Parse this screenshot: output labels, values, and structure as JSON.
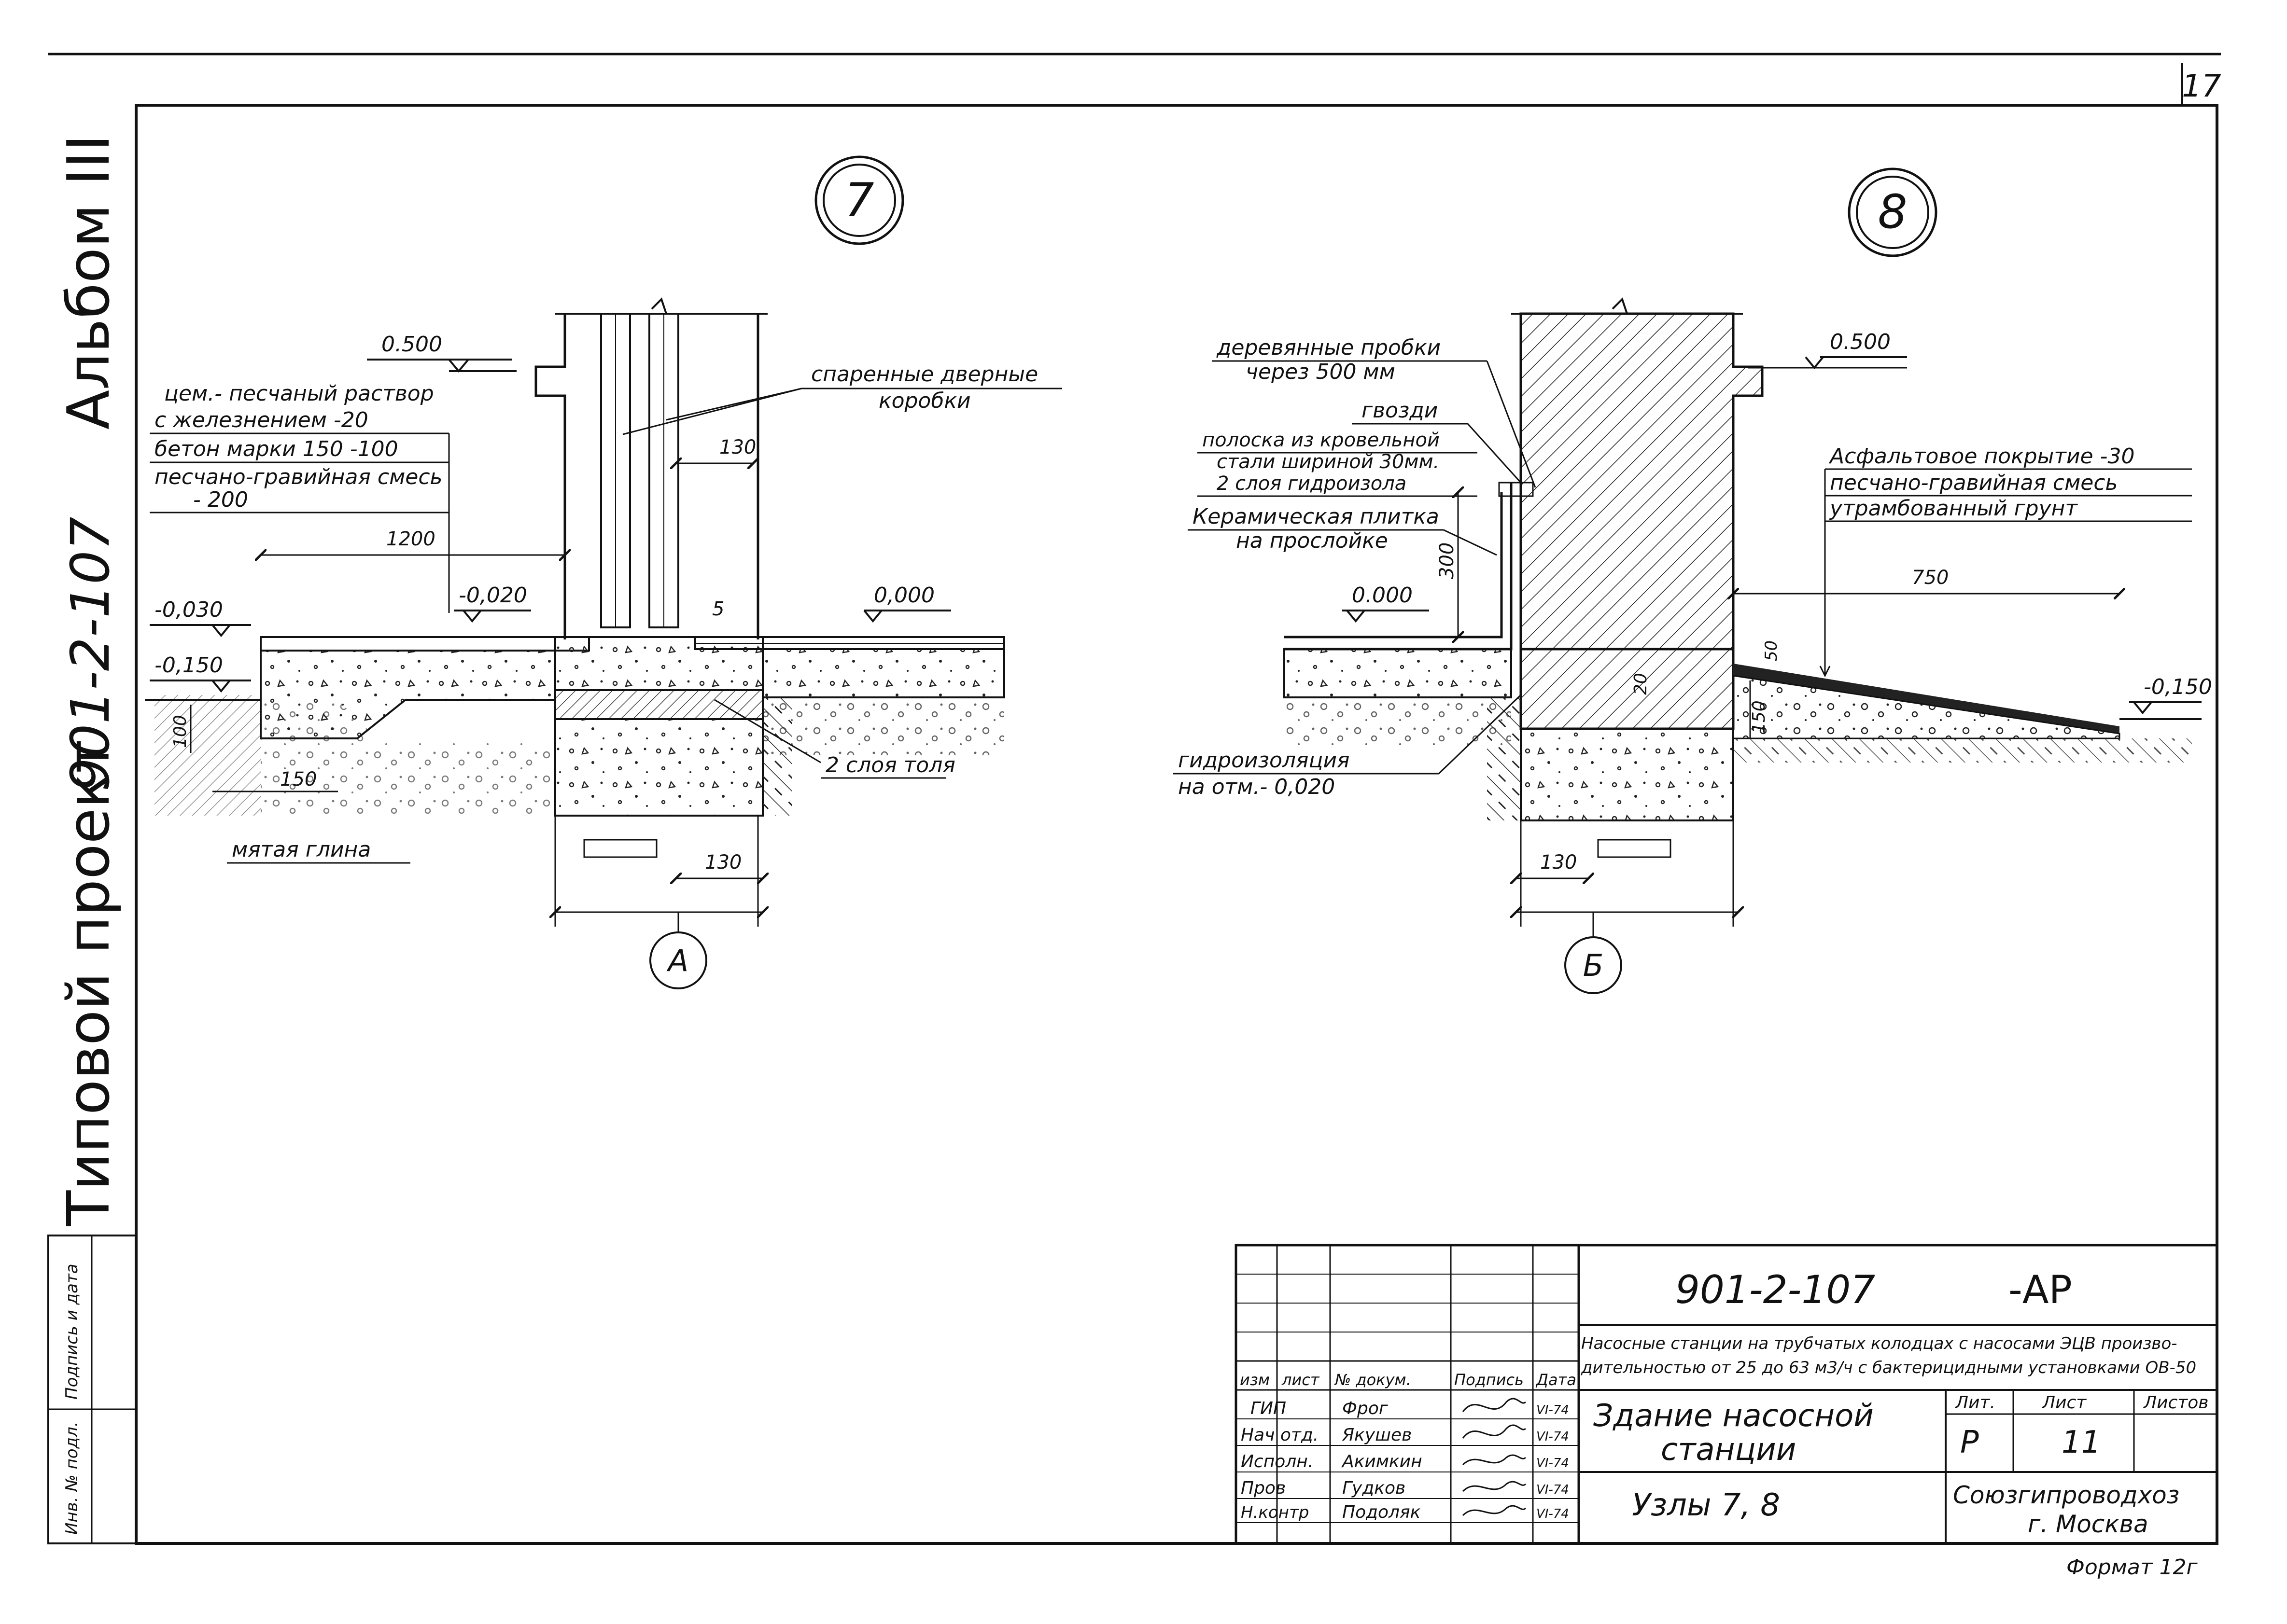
{
  "sheet": {
    "sheet_number": "17",
    "side_title": "Типовой проект",
    "side_code": "901-2-107",
    "side_album": "Альбом III",
    "format": "Формат 12г",
    "binding_labels": [
      "Инв. № подл.",
      "Подпись и дата"
    ]
  },
  "details": [
    {
      "number": "7",
      "axis": "А",
      "levels": [
        "0.500",
        "-0,030",
        "-0,150",
        "-0,020",
        "0,000"
      ],
      "dims": [
        "1200",
        "130",
        "150",
        "100",
        "5",
        "130"
      ],
      "notes": {
        "layer1": "цем.- песчаный раствор",
        "layer1b": "с железнением -20",
        "layer2": "бетон марки 150 -100",
        "layer3": "песчано-гравийная смесь",
        "layer3b": "- 200",
        "door": "спаренные дверные",
        "door_b": "коробки",
        "tol": "2 слоя толя",
        "clay": "мятая глина"
      }
    },
    {
      "number": "8",
      "axis": "Б",
      "levels": [
        "0.500",
        "0.000",
        "-0,150"
      ],
      "dims": [
        "300",
        "750",
        "130",
        "20",
        "150",
        "50"
      ],
      "notes": {
        "plugs": "деревянные пробки",
        "plugs_b": "через 500 мм",
        "nails": "гвозди",
        "strip": "полоска из кровельной",
        "strip_b": "стали шириной 30мм.",
        "hydro2": "2 слоя гидроизола",
        "tile": "Керамическая плитка",
        "tile_b": "на прослойке",
        "asphalt": "Асфальтовое покрытие -30",
        "sand": "песчано-гравийная смесь",
        "soil": "утрамбованный грунт",
        "hydro": "гидроизоляция",
        "hydro_b": "на отм.- 0,020"
      }
    }
  ],
  "title_block": {
    "code": "901-2-107",
    "suffix": "-АР",
    "desc1": "Насосные станции на трубчатых колодцах с насосами ЭЦВ произво-",
    "desc2": "дительностью от 25 до 63 м3/ч с бактерицидными установками ОВ-50",
    "headers": [
      "изм",
      "лист",
      "№ докум.",
      "Подпись",
      "Дата"
    ],
    "rows": [
      {
        "role": "ГИП",
        "name": "Фрог",
        "date": "VI-74"
      },
      {
        "role": "Нач отд.",
        "name": "Якушев",
        "date": "VI-74"
      },
      {
        "role": "Исполн.",
        "name": "Акимкин",
        "date": "VI-74"
      },
      {
        "role": "Пров",
        "name": "Гудков",
        "date": "VI-74"
      },
      {
        "role": "Н.контр",
        "name": "Подоляк",
        "date": "VI-74"
      }
    ],
    "building": "Здание насосной",
    "building_b": "станции",
    "nodes": "Узлы 7, 8",
    "stage_header": "Лит.",
    "sheet_header": "Лист",
    "sheets_header": "Листов",
    "stage": "Р",
    "sheet": "11",
    "org": "Союзгипроводхоз",
    "city": "г. Москва"
  }
}
